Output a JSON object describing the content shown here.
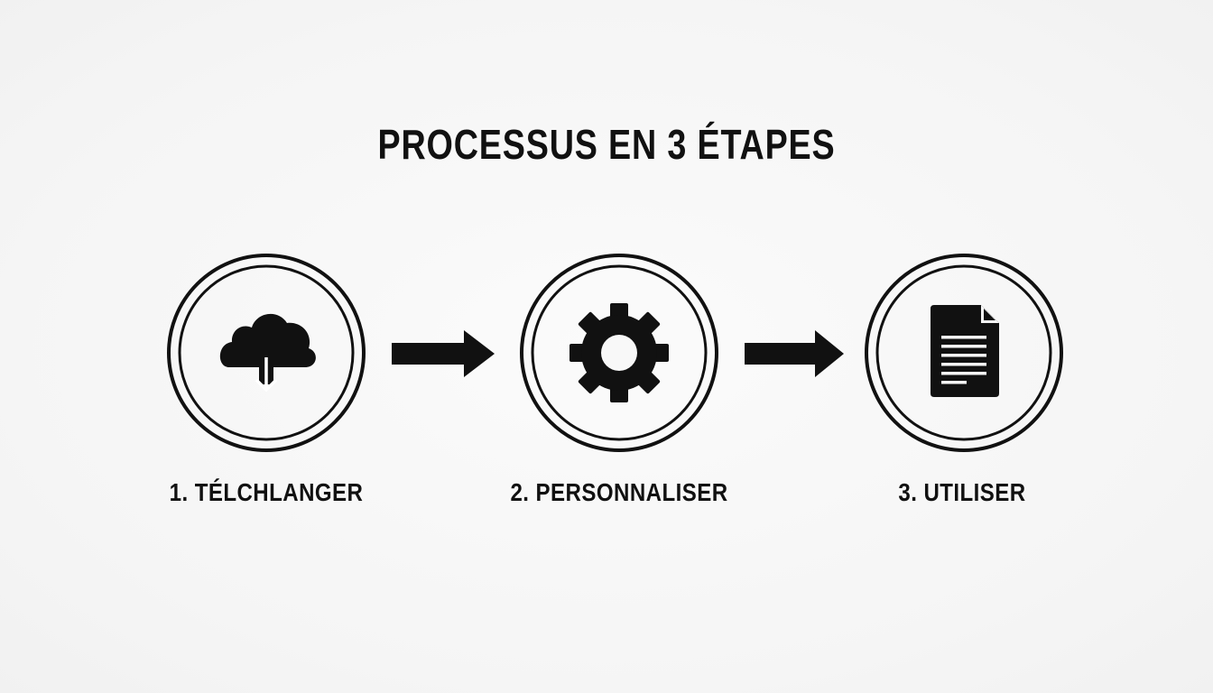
{
  "title": "PROCESSUS EN 3 ÉTAPES",
  "steps": [
    {
      "label": "1. TÉLCHLANGER",
      "icon": "cloud-download-icon"
    },
    {
      "label": "2. PERSONNALISER",
      "icon": "gear-icon"
    },
    {
      "label": "3. UTILISER",
      "icon": "document-icon"
    }
  ],
  "connectors": [
    "arrow-right-icon",
    "arrow-right-icon"
  ],
  "colors": {
    "background": "#f8f8f8",
    "ink": "#111111"
  }
}
